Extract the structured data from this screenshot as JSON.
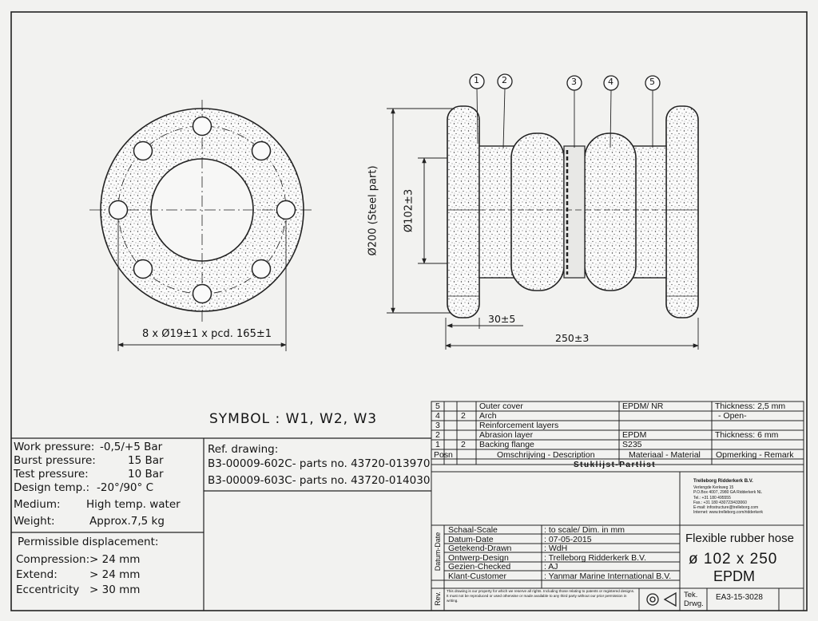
{
  "drawing": {
    "bolt_label": "8 x Ø19±1 x pcd. 165±1",
    "dims": {
      "d200": "Ø200 (Steel part)",
      "d102": "Ø102±3",
      "flange_30": "30±5",
      "length_250": "250±3"
    },
    "balloons": [
      "1",
      "2",
      "3",
      "4",
      "5"
    ]
  },
  "symbol": "SYMBOL : W1, W2, W3",
  "specs": [
    {
      "label": "Work pressure:",
      "value": "-0,5/+5 Bar"
    },
    {
      "label": "Burst pressure:",
      "value": "15 Bar"
    },
    {
      "label": "Test pressure:",
      "value": "10 Bar"
    },
    {
      "label": "Design temp.:",
      "value": "-20°/90° C"
    },
    {
      "label": "Medium:",
      "value": "High temp. water"
    },
    {
      "label": "Weight:",
      "value": "Approx.7,5 kg"
    }
  ],
  "displacement": {
    "title": "Permissible displacement:",
    "rows": [
      {
        "label": "Compression:",
        "value": "> 24 mm"
      },
      {
        "label": "Extend:",
        "value": "> 24 mm"
      },
      {
        "label": "Eccentricity",
        "value": "> 30 mm"
      }
    ]
  },
  "ref": {
    "title": "Ref. drawing:",
    "lines": [
      "B3-00009-602C- parts no. 43720-013970",
      "B3-00009-603C- parts no. 43720-014030"
    ]
  },
  "parts": {
    "rows": [
      {
        "pos": "5",
        "n": "",
        "desc": "Outer cover",
        "mat": "EPDM/ NR",
        "rem": "Thickness: 2,5 mm"
      },
      {
        "pos": "4",
        "n": "2",
        "desc": "Arch",
        "mat": "",
        "rem": "- Open-"
      },
      {
        "pos": "3",
        "n": "",
        "desc": "Reinforcement layers",
        "mat": "",
        "rem": ""
      },
      {
        "pos": "2",
        "n": "",
        "desc": "Abrasion layer",
        "mat": "EPDM",
        "rem": "Thickness: 6 mm"
      },
      {
        "pos": "1",
        "n": "2",
        "desc": "Backing flange",
        "mat": "S235",
        "rem": ""
      }
    ],
    "header": {
      "pos": "Pos",
      "n": "n",
      "desc": "Omschrijving - Description",
      "mat": "Materiaal - Material",
      "rem": "Opmerking - Remark"
    },
    "title": "Stuklijst-Partlist"
  },
  "company": {
    "name": "Trelleborg Ridderkerk B.V.",
    "lines": [
      "Verlengde Kerkweg 15",
      "P.O.Box 4007, 2980 GA Ridderkerk NL",
      "Tel.: +31 180 495555",
      "Fax.: +31 180 430723/433060",
      "E-mail: infostructure@trelleborg.com",
      "Internet: www.trelleborg.com/ridderkerk"
    ]
  },
  "titleblock": {
    "rows": [
      {
        "label": "Schaal-Scale",
        "value": ": to scale/ Dim. in mm"
      },
      {
        "label": "Datum-Date",
        "value": ": 07-05-2015"
      },
      {
        "label": "Getekend-Drawn",
        "value": ": WdH"
      },
      {
        "label": "Ontwerp-Design",
        "value": ": Trelleborg Ridderkerk B.V."
      },
      {
        "label": "Gezien-Checked",
        "value": ": AJ"
      },
      {
        "label": "Klant-Customer",
        "value": ": Yanmar Marine International B.V."
      }
    ],
    "datum_vertical": "Datum-Date",
    "rev_vertical": "Rev.",
    "product_title": "Flexible rubber hose",
    "size": "ø 102 x 250",
    "material": "EPDM",
    "drawing_label_1": "Tek.",
    "drawing_label_2": "Drwg.",
    "drawing_number": "EA3-15-3028",
    "disclaimer": "This drawing is our property for which we reserve all rights. Including those relating to patents or registered designs. It must not be reproduced or used otherwise or made available to any third party without our prior permission in writing."
  }
}
